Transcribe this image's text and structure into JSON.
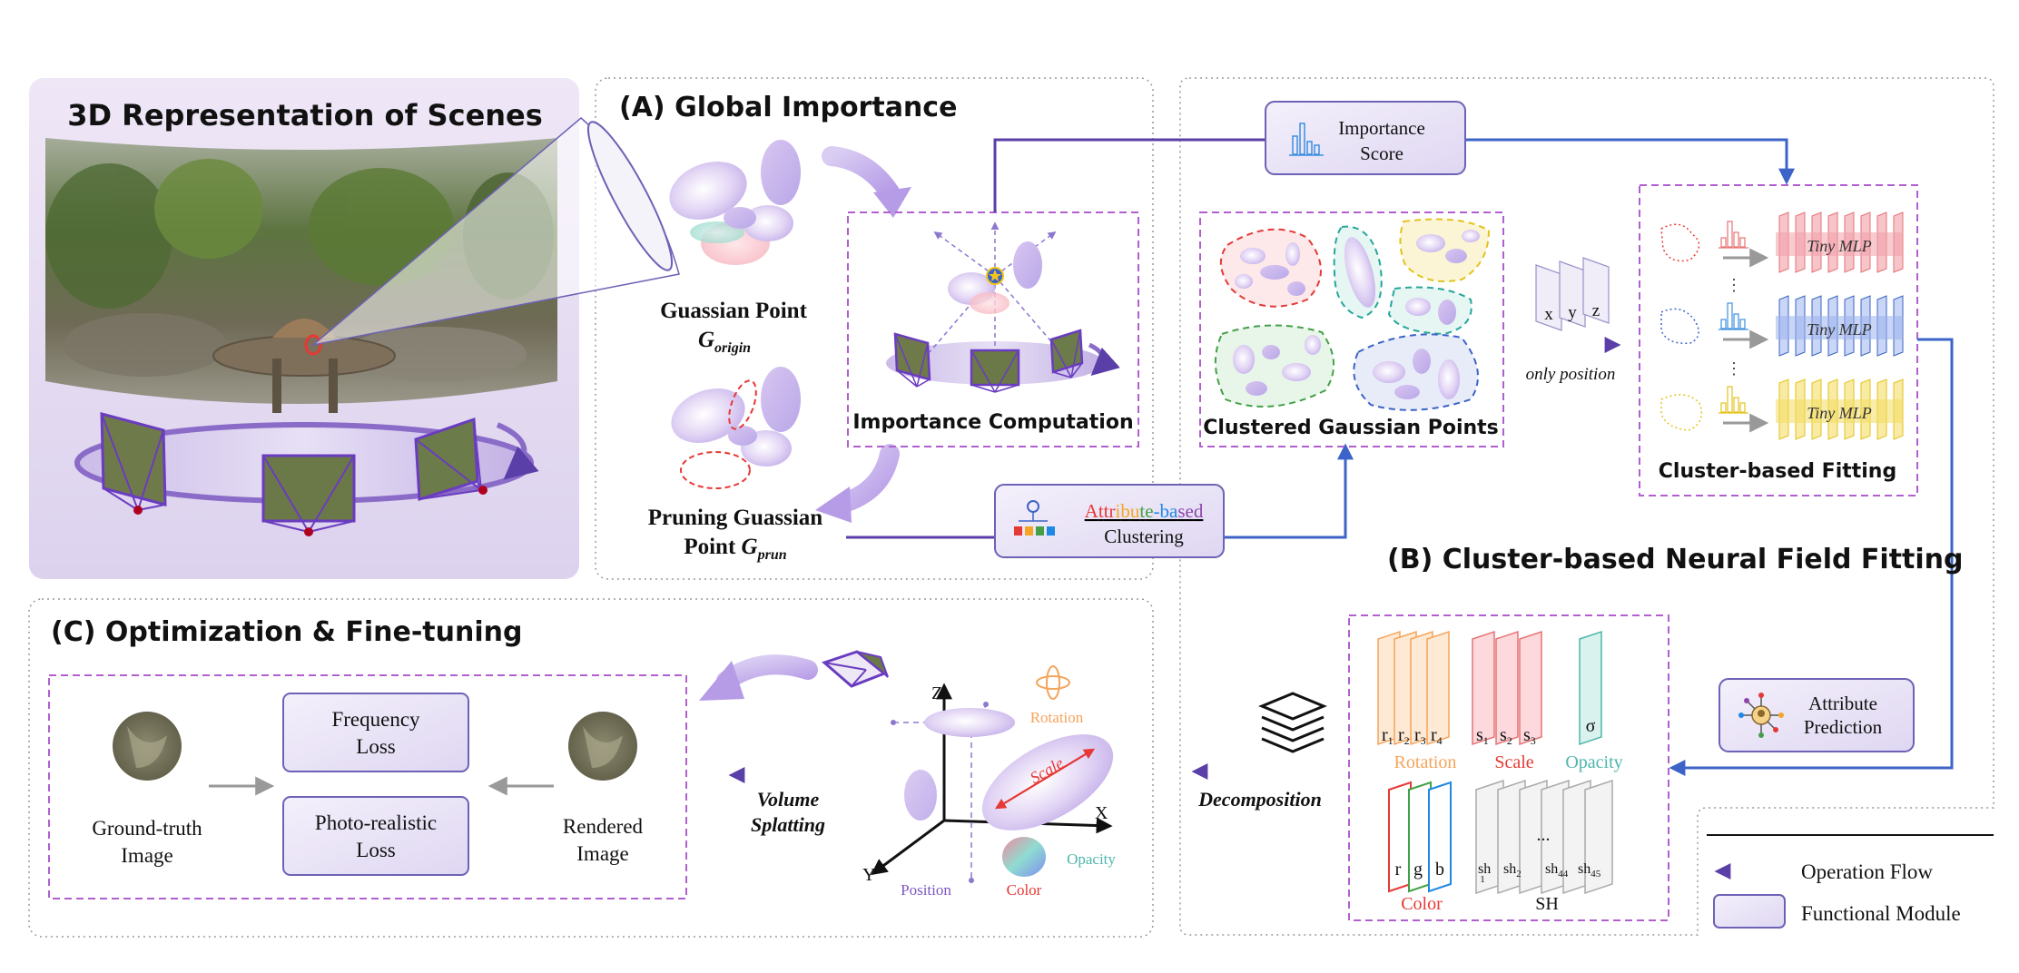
{
  "scene": {
    "title": "3D Representation of Scenes"
  },
  "global_importance": {
    "title": "(A) Global Importance",
    "gaussian_point": "Guassian Point",
    "gaussian_sym": "G",
    "gaussian_sub": "origin",
    "pruning_line1": "Pruning Guassian",
    "pruning_line2": "Point",
    "pruning_sym": "G",
    "pruning_sub": "prun",
    "importance_computation": "Importance Computation"
  },
  "importance_score": {
    "line1": "Importance",
    "line2": "Score"
  },
  "clustering": {
    "attr_letters": [
      "A",
      "t",
      "t",
      "r",
      "i",
      "b",
      "u",
      "t",
      "e",
      "-",
      "b",
      "a",
      "s",
      "e",
      "d"
    ],
    "attr_colors": [
      "#e53935",
      "#e53935",
      "#e53935",
      "#e53935",
      "#f5a623",
      "#f5a623",
      "#f5a623",
      "#43a047",
      "#43a047",
      "#1e88e5",
      "#1e88e5",
      "#1e88e5",
      "#8e44ad",
      "#8e44ad",
      "#8e44ad"
    ],
    "line2": "Clustering"
  },
  "clustered": {
    "label": "Clustered Gaussian Points"
  },
  "position": {
    "x": "x",
    "y": "y",
    "z": "z",
    "only_position": "only position"
  },
  "cluster_fitting": {
    "label": "Cluster-based Fitting",
    "mlp_label": "Tiny MLP",
    "dots": "⋮"
  },
  "neural_field": {
    "title": "(B) Cluster-based Neural Field Fitting"
  },
  "attribute_prediction": {
    "line1": "Attribute",
    "line2": "Prediction"
  },
  "decomposition": {
    "label": "Decomposition"
  },
  "attributes": {
    "rotation_label": "Rotation",
    "scale_label": "Scale",
    "opacity_label": "Opacity",
    "color_label": "Color",
    "sh_label": "SH",
    "r_main": [
      "r",
      "r",
      "r",
      "r"
    ],
    "r_subs": [
      "1",
      "2",
      "3",
      "4"
    ],
    "s_main": [
      "s",
      "s",
      "s"
    ],
    "s_subs": [
      "1",
      "2",
      "3"
    ],
    "sigma": "σ",
    "rgb": [
      "r",
      "g",
      "b"
    ],
    "sh_main": [
      "sh",
      "sh",
      "sh",
      "sh"
    ],
    "sh_subs": [
      "1",
      "2",
      "44",
      "45"
    ],
    "ellipsis": "..."
  },
  "optimization": {
    "title": "(C) Optimization & Fine-tuning",
    "frequency_loss_1": "Frequency",
    "frequency_loss_2": "Loss",
    "photo_loss_1": "Photo-realistic",
    "photo_loss_2": "Loss",
    "gt_1": "Ground-truth",
    "gt_2": "Image",
    "rendered_1": "Rendered",
    "rendered_2": "Image",
    "volume_1": "Volume",
    "volume_2": "Splatting"
  },
  "axes": {
    "x": "X",
    "y": "Y",
    "z": "Z",
    "rotation": "Rotation",
    "scale": "Scale",
    "opacity": "Opacity",
    "position": "Position",
    "color": "Color"
  },
  "legend": {
    "operation_flow": "Operation Flow",
    "functional_module": "Functional Module"
  },
  "colors": {
    "flow": "#5b3fa8",
    "module_fill": "#ece6f6",
    "module_border": "#6d62b5",
    "dash": "#b15fcf",
    "red": "#e53935",
    "teal": "#26a69a",
    "yellow": "#e4c21c",
    "blue": "#3c63c7",
    "green": "#43a047"
  }
}
